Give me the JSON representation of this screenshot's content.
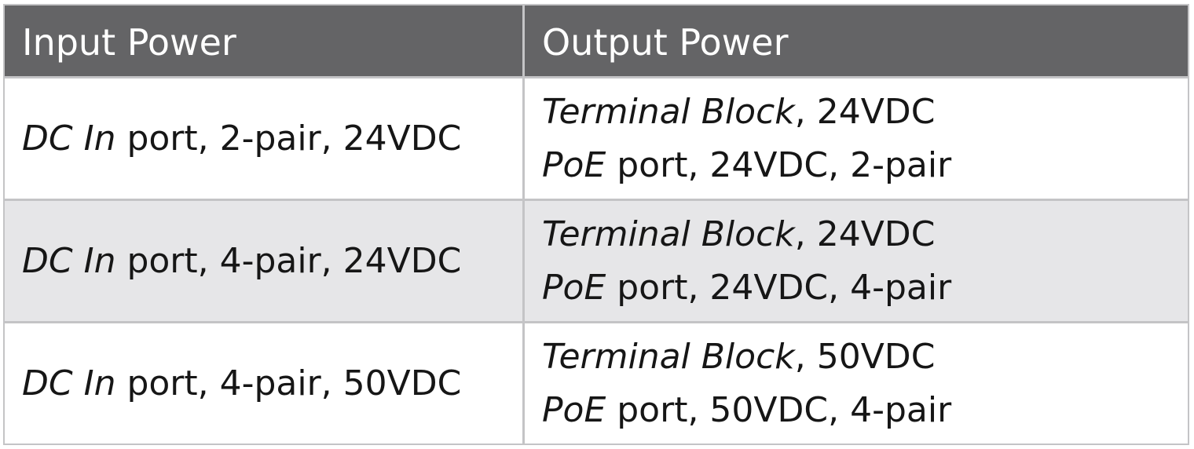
{
  "headers": {
    "input": "Input Power",
    "output": "Output Power"
  },
  "rows": [
    {
      "input_port": "DC In",
      "input_rest": " port, 2-pair, 24VDC",
      "out1_em": "Terminal Block",
      "out1_rest": ", 24VDC",
      "out2_em": "PoE",
      "out2_rest": " port, 24VDC, 2-pair"
    },
    {
      "input_port": "DC In",
      "input_rest": " port, 4-pair, 24VDC",
      "out1_em": "Terminal Block",
      "out1_rest": ", 24VDC",
      "out2_em": "PoE",
      "out2_rest": " port, 24VDC, 4-pair"
    },
    {
      "input_port": "DC In",
      "input_rest": " port, 4-pair, 50VDC",
      "out1_em": "Terminal Block",
      "out1_rest": ", 50VDC",
      "out2_em": "PoE",
      "out2_rest": " port, 50VDC, 4-pair"
    }
  ],
  "colors": {
    "header_bg": "#646466",
    "shaded_row_bg": "#e6e6e8",
    "border": "#c4c4c6"
  }
}
